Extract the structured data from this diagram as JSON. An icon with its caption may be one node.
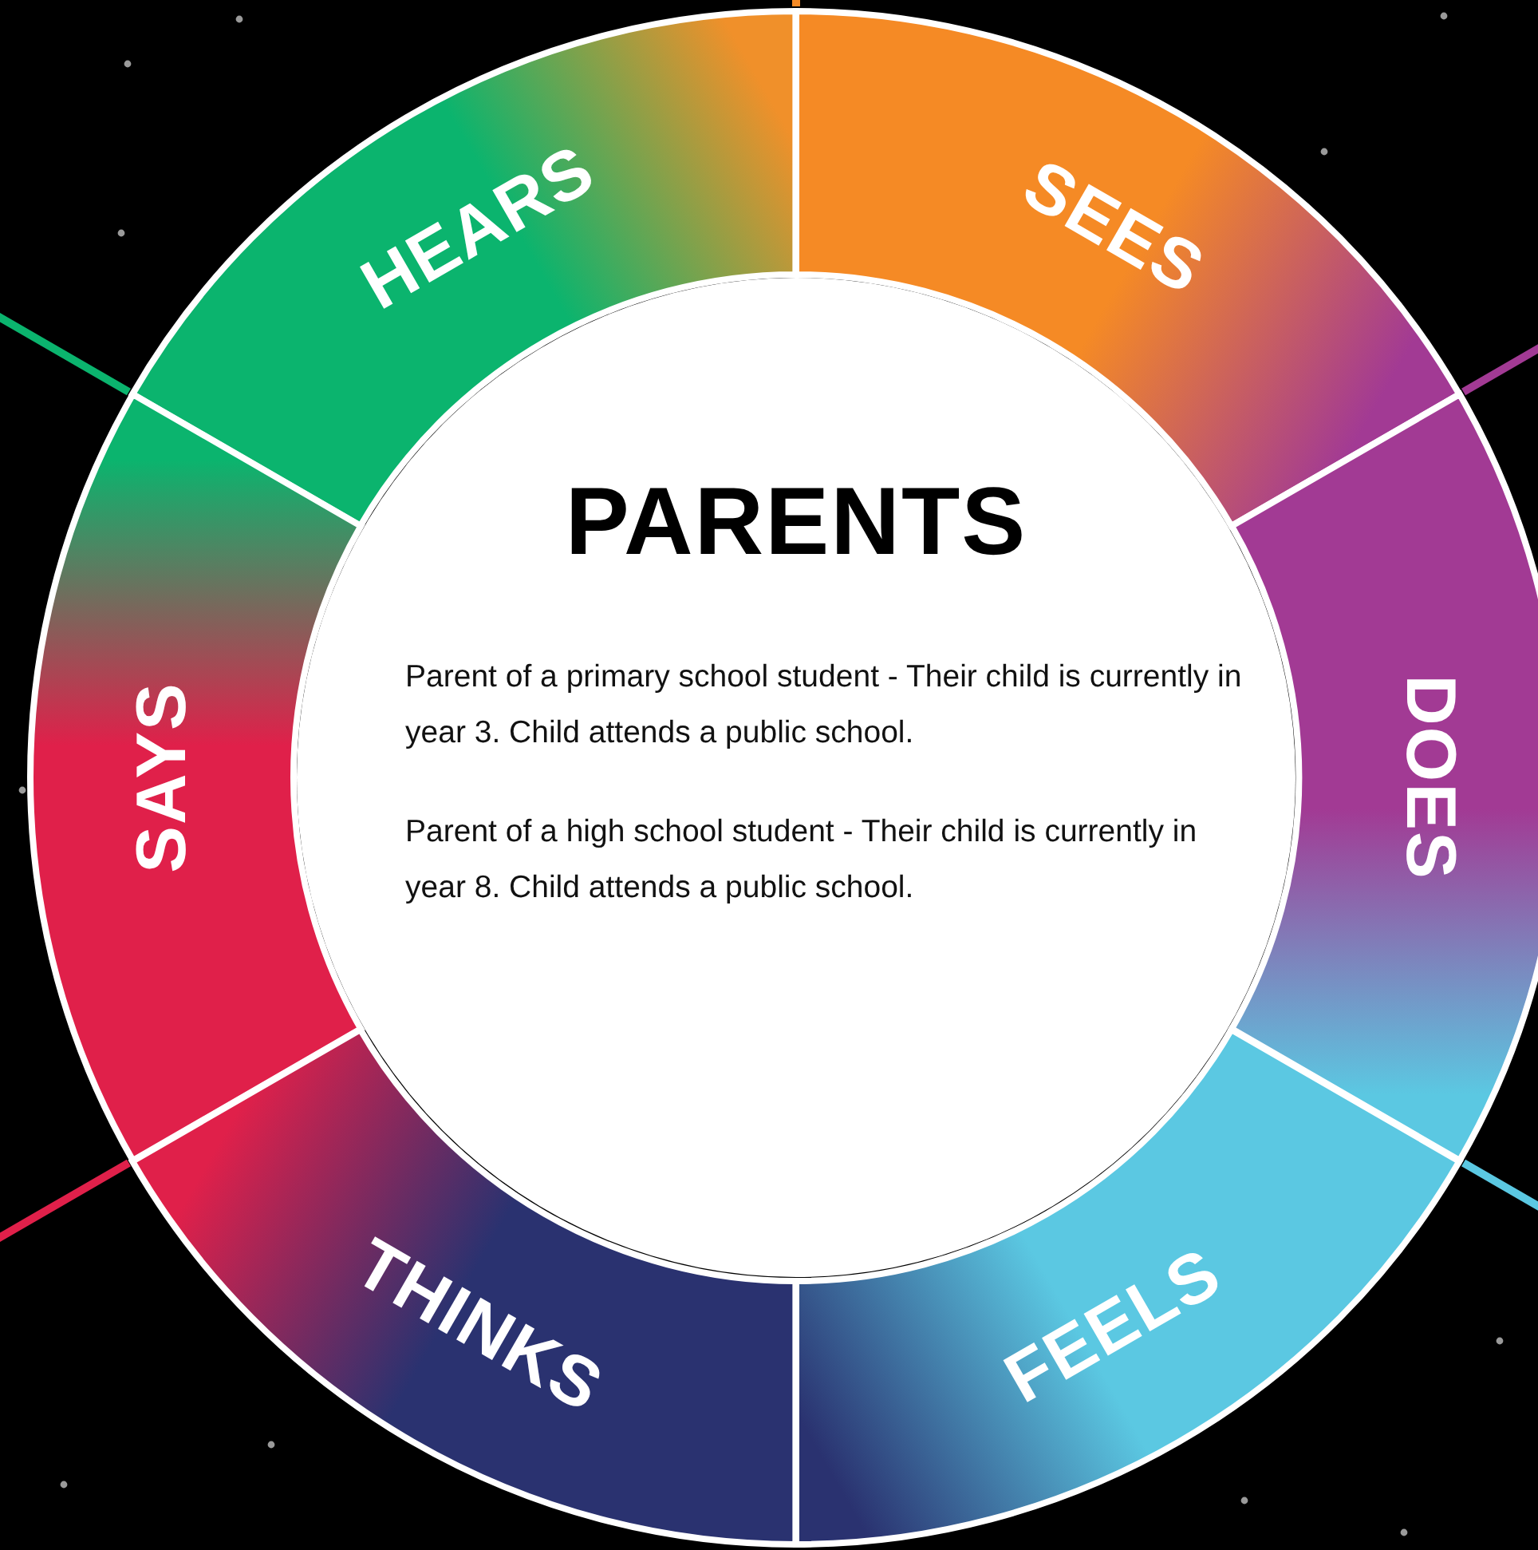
{
  "diagram": {
    "nodes": [
      {
        "text": [
          "HEARS"
        ]
      },
      {
        "text": [
          "SEES"
        ]
      },
      {
        "text": [
          "PARENTS",
          "Parent of a primary school student - Their child is currently in year 3. Child attends a public school.",
          "Parent of a high school student - Their child is currently in year 8. Child attends a public school."
        ]
      },
      {
        "text": [
          "SAYS"
        ]
      },
      {
        "text": [
          "DOES"
        ]
      },
      {
        "text": [
          "THINKS"
        ]
      },
      {
        "text": [
          "FEELS"
        ]
      }
    ]
  }
}
